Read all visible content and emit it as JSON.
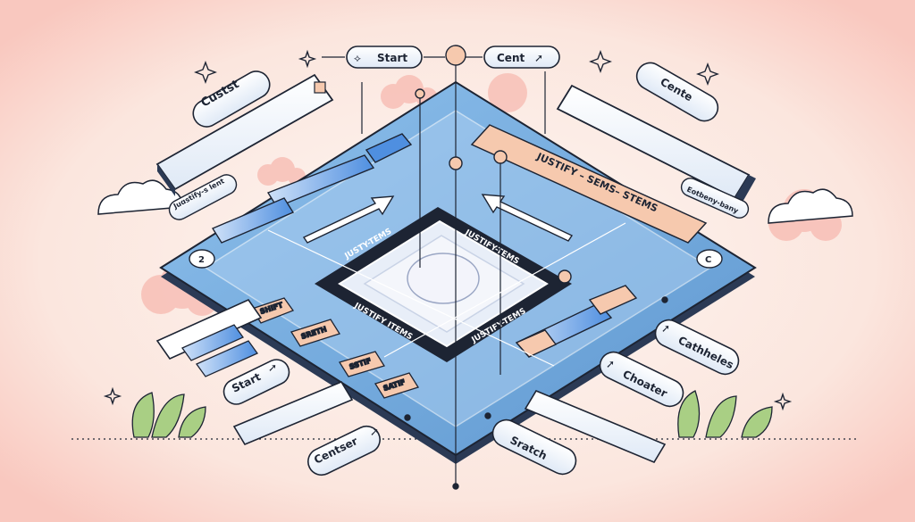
{
  "colors": {
    "background": "#fbf3ef",
    "board_fill": "#6fa6d8",
    "board_edge": "#2b3a55",
    "peach": "#f6c9ae",
    "blue_bar": "#4f8fe0",
    "outline": "#1d2433",
    "cloud": "#f7b9b0",
    "plant": "#a9cf84"
  },
  "top_pills": {
    "start": "Start",
    "cent": "Cent"
  },
  "left_pills": {
    "custst": "Custst",
    "justify_small": "Juɑstify-s lent",
    "start": "Start",
    "center_bottom": "Centser"
  },
  "right_pills": {
    "cente": "Cente",
    "cotbeny": "Eotbeny-bany",
    "catheles": "Cathheles",
    "choater": "Choater",
    "stretch": "Sratch"
  },
  "board": {
    "justify_strip": "JUSTIFY – SEMS– STEMS",
    "band_top_left": "JUSTY-TEMS",
    "band_top_right": "JUSTIFY-TEMS",
    "band_bottom_left": "JUSTIFY ITEMS",
    "band_bottom_right": "JUSTIFY-TEMS",
    "tile_start": "SHIFT",
    "tile_stretch": "SRETH",
    "tile_sstif": "SSTIF",
    "tile_small": "SATIF",
    "corner_left": "2",
    "corner_right": "C"
  },
  "icons": [
    "sparkle-icon",
    "arrow-icon",
    "pointer-icon",
    "cloud-icon",
    "plant-icon"
  ]
}
